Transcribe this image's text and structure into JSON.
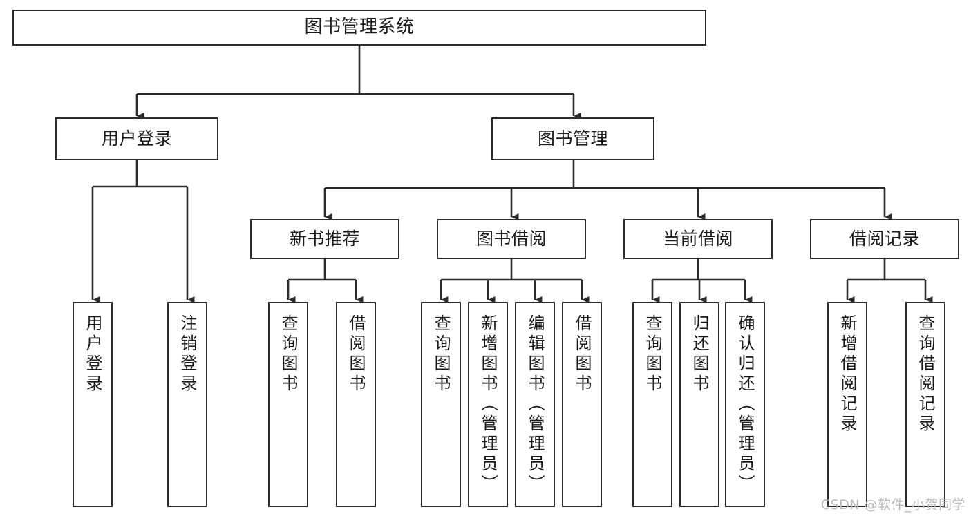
{
  "diagram": {
    "title": "图书管理系统",
    "watermark": "CSDN @软件_小贺同学",
    "line_color": "#2b2b2b",
    "box_fill": "#ffffff",
    "text_color": "#1a1a1a",
    "watermark_color": "#b9b9b9"
  },
  "levels": {
    "root": {
      "label": "图书管理系统"
    },
    "level2": [
      {
        "id": "user-login",
        "label": "用户登录"
      },
      {
        "id": "book-management",
        "label": "图书管理"
      }
    ],
    "level3": [
      {
        "id": "new-book-recommend",
        "label": "新书推荐"
      },
      {
        "id": "book-borrow",
        "label": "图书借阅"
      },
      {
        "id": "current-borrow",
        "label": "当前借阅"
      },
      {
        "id": "borrow-records",
        "label": "借阅记录"
      }
    ],
    "leaves": {
      "user_login": [
        {
          "id": "leaf-user-login",
          "label": "用户登录"
        },
        {
          "id": "leaf-logout-login",
          "label": "注销登录"
        }
      ],
      "new_book_recommend": [
        {
          "id": "leaf-query-books-1",
          "label": "查询图书"
        },
        {
          "id": "leaf-borrow-books-1",
          "label": "借阅图书"
        }
      ],
      "book_borrow": [
        {
          "id": "leaf-query-books-2",
          "label": "查询图书"
        },
        {
          "id": "leaf-add-book",
          "label": "新增图书（管理员）"
        },
        {
          "id": "leaf-edit-book",
          "label": "编辑图书（管理员）"
        },
        {
          "id": "leaf-borrow-books-2",
          "label": "借阅图书"
        }
      ],
      "current_borrow": [
        {
          "id": "leaf-query-books-3",
          "label": "查询图书"
        },
        {
          "id": "leaf-return-book",
          "label": "归还图书"
        },
        {
          "id": "leaf-confirm-return",
          "label": "确认归还（管理员）"
        }
      ],
      "borrow_records": [
        {
          "id": "leaf-add-record",
          "label": "新增借阅记录"
        },
        {
          "id": "leaf-query-record",
          "label": "查询借阅记录"
        }
      ]
    }
  }
}
